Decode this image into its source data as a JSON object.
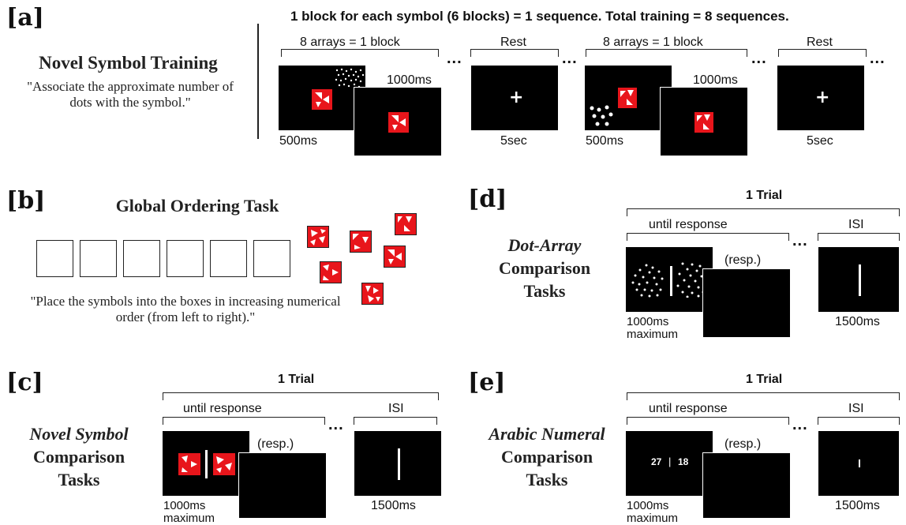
{
  "panel_a": {
    "label": "[a]",
    "title": "Novel Symbol Training",
    "instruction": "\"Associate the approximate number of dots with the symbol.\"",
    "header": "1 block for each symbol (6 blocks) = 1 sequence. Total training = 8 sequences.",
    "block1_label": "8 arrays = 1 block",
    "rest1_label": "Rest",
    "block2_label": "8 arrays = 1 block",
    "rest2_label": "Rest",
    "t_first_500": "500ms",
    "t_first_1000": "1000ms",
    "t_rest1": "5sec",
    "t_second_500": "500ms",
    "t_second_1000": "1000ms",
    "t_rest2": "5sec",
    "fixation": "+",
    "ellipsis": "..."
  },
  "panel_b": {
    "label": "[b]",
    "title": "Global Ordering Task",
    "instruction": "\"Place the symbols into the boxes in increasing numerical order (from left to right).\""
  },
  "panel_c": {
    "label": "[c]",
    "task_line1": "Novel Symbol",
    "task_line2": "Comparison",
    "task_line3": "Tasks",
    "trial": "1 Trial",
    "until": "until response",
    "isi": "ISI",
    "resp": "(resp.)",
    "t_stim": "1000ms",
    "t_stim2": "maximum",
    "t_isi": "1500ms",
    "ellipsis": "..."
  },
  "panel_d": {
    "label": "[d]",
    "task_line1": "Dot-Array",
    "task_line2": "Comparison",
    "task_line3": "Tasks",
    "trial": "1 Trial",
    "until": "until response",
    "isi": "ISI",
    "resp": "(resp.)",
    "t_stim": "1000ms",
    "t_stim2": "maximum",
    "t_isi": "1500ms",
    "ellipsis": "..."
  },
  "panel_e": {
    "label": "[e]",
    "task_line1": "Arabic Numeral",
    "task_line2": "Comparison",
    "task_line3": "Tasks",
    "trial": "1 Trial",
    "until": "until response",
    "isi": "ISI",
    "resp": "(resp.)",
    "num_left": "27",
    "num_sep": "|",
    "num_right": "18",
    "t_stim": "1000ms",
    "t_stim2": "maximum",
    "t_isi": "1500ms",
    "ellipsis": "..."
  },
  "colors": {
    "symbol_red": "#e8151b",
    "screen": "#000000",
    "ink": "#111111"
  }
}
